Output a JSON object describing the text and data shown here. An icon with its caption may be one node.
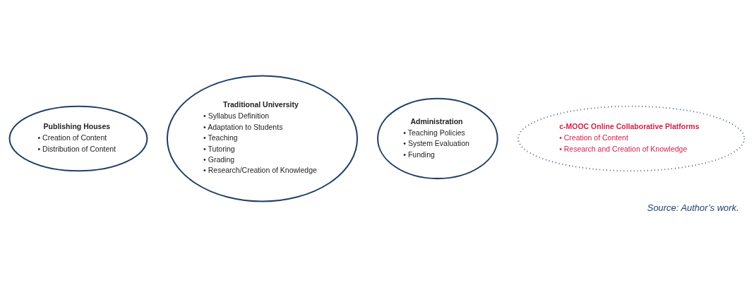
{
  "diagram": {
    "caption": "Source: Author’s work.",
    "nodes": [
      {
        "text": [
          "Publishing Houses",
          "• Creation of Content",
          "• Distribution of Content"
        ]
      },
      {
        "text": [
          "Traditional University",
          "• Syllabus Definition",
          "• Adaptation to Students",
          "• Teaching",
          "• Tutoring",
          "• Grading",
          "• Research/Creation of Knowledge"
        ]
      },
      {
        "text": [
          "Administration",
          "• Teaching Policies",
          "• System Evaluation",
          "• Funding"
        ]
      },
      {
        "text": [
          "c-MOOC Online Collaborative Platforms",
          "• Creation of Content",
          "• Research and Creation of Knowledge"
        ]
      }
    ],
    "edges": []
  }
}
